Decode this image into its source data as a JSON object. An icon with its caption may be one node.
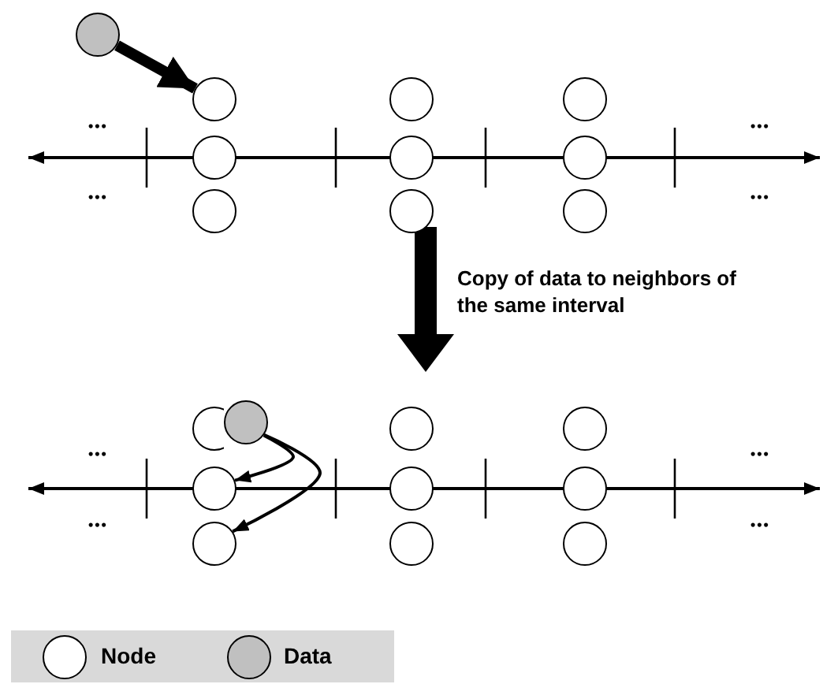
{
  "diagram": {
    "nodes": [
      {
        "text": [],
        "shape": "circle"
      },
      {
        "text": [],
        "shape": "circle"
      },
      {
        "text": [],
        "shape": "circle"
      },
      {
        "text": [],
        "shape": "circle"
      },
      {
        "text": [],
        "shape": "circle"
      },
      {
        "text": [],
        "shape": "circle"
      },
      {
        "text": [],
        "shape": "circle"
      },
      {
        "text": [],
        "shape": "circle"
      },
      {
        "text": [],
        "shape": "circle"
      },
      {
        "text": [],
        "shape": "circle"
      },
      {
        "text": [],
        "shape": "circle"
      },
      {
        "text": [],
        "shape": "circle"
      },
      {
        "text": [],
        "shape": "circle"
      },
      {
        "text": [],
        "shape": "circle"
      },
      {
        "text": [],
        "shape": "circle"
      },
      {
        "text": [],
        "shape": "circle"
      },
      {
        "text": [],
        "shape": "circle"
      },
      {
        "text": [],
        "shape": "circle"
      },
      {
        "text": [],
        "shape": "circle"
      },
      {
        "text": [],
        "shape": "circle"
      }
    ],
    "edges": [
      {
        "from": 0,
        "to": 1,
        "arrow": "to",
        "style": "thick"
      },
      {
        "from": 11,
        "to": 14,
        "arrow": "to"
      },
      {
        "from": 11,
        "to": 17,
        "arrow": "to"
      },
      {
        "from": 8,
        "to": 12,
        "arrow": "to",
        "style": "thick",
        "label": "Copy of data to neighbors of the same interval"
      }
    ],
    "labels": [
      "•••",
      "•••",
      "•••",
      "•••",
      "•••",
      "•••",
      "•••",
      "•••"
    ],
    "legend": [
      {
        "text": "Node",
        "color": "#ffffff"
      },
      {
        "text": "Data",
        "color": "#c0c0c0"
      }
    ]
  }
}
